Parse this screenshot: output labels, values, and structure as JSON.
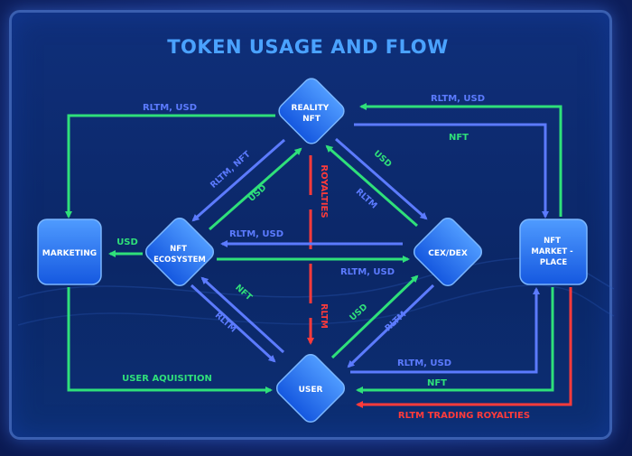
{
  "title": "TOKEN USAGE AND FLOW",
  "nodes": {
    "reality_nft": [
      "REALITY",
      "NFT"
    ],
    "marketing": [
      "MARKETING"
    ],
    "nft_ecosystem": [
      "NFT",
      "ECOSYSTEM"
    ],
    "cex_dex": [
      "CEX/DEX"
    ],
    "nft_marketplace": [
      "NFT",
      "MARKET -",
      "PLACE"
    ],
    "user": [
      "USER"
    ]
  },
  "flows": {
    "top_left": "RLTM, USD",
    "top_right": "RLTM, USD",
    "top_right_nft": "NFT",
    "diag_rltm_nft": "RLTM, NFT",
    "diag_usd_left": "USD",
    "royalties_top": "ROYALTIES",
    "usd_right_upper": "USD",
    "rltm_right_upper": "RLTM",
    "usd_to_marketing": "USD",
    "mid_rltm_usd_top": "RLTM, USD",
    "mid_rltm_usd_bottom": "RLTM, USD",
    "nft_lower_left": "NFT",
    "rltm_lower_left": "RLTM",
    "rltm_vertical_lower": "RLTM",
    "usd_lower_right": "USD",
    "rltm_lower_right": "RLTM",
    "user_aquisition": "USER AQUISITION",
    "bottom_rltm_usd": "RLTM, USD",
    "bottom_nft": "NFT",
    "rltm_trading_royalties": "RLTM TRADING ROYALTIES"
  },
  "colors": {
    "green": "#2fe07a",
    "blue": "#5c7bff",
    "red": "#ff3b3b",
    "title": "#4aa2ff",
    "node": "#1e6cf0"
  }
}
